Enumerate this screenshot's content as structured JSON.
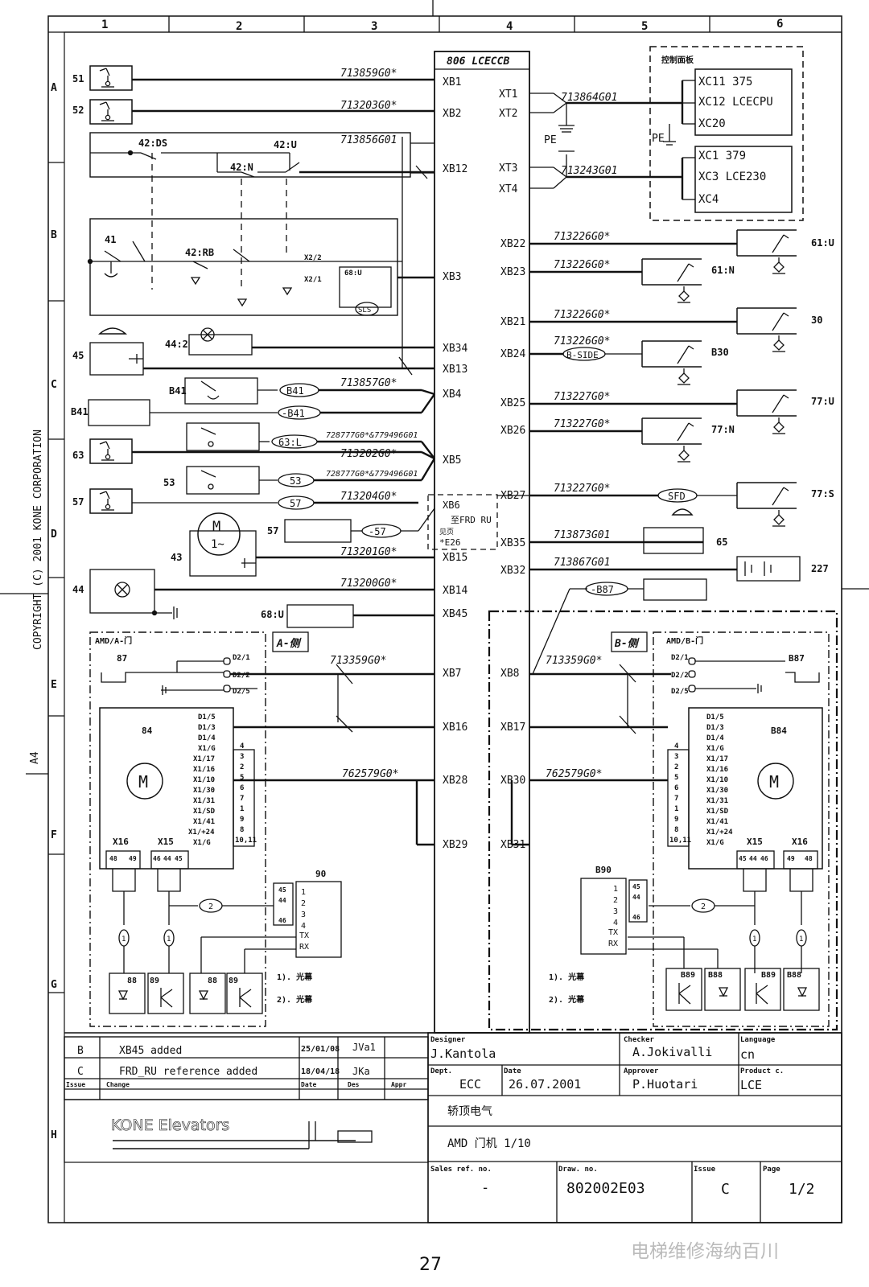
{
  "columns": [
    "1",
    "2",
    "3",
    "4",
    "5",
    "6"
  ],
  "rows": [
    "A",
    "B",
    "C",
    "D",
    "E",
    "F",
    "G",
    "H"
  ],
  "copyright": "COPYRIGHT (C) 2001 KONE CORPORATION",
  "paper_size": "A4",
  "main_board": "806 LCECCB",
  "left_terminals": [
    "XB1",
    "XB2",
    "XB12",
    "XB3",
    "XB34",
    "XB13",
    "XB4",
    "XB5",
    "XB15",
    "XB14",
    "XB45",
    "XB7",
    "XB16",
    "XB28",
    "XB29"
  ],
  "right_terminals": [
    "XT1",
    "XT2",
    "XT3",
    "XT4",
    "XB22",
    "XB23",
    "XB21",
    "XB24",
    "XB25",
    "XB26",
    "XB27",
    "XB35",
    "XB32",
    "XB8",
    "XB17",
    "XB30",
    "XB31"
  ],
  "cable_codes": {
    "c1": "713859G0*",
    "c2": "713203G0*",
    "c3": "713856G01",
    "c4": "713857G0*",
    "c5": "728777G0*&779496G01",
    "c6": "713202G0*",
    "c7": "728777G0*&779496G01",
    "c8": "713204G0*",
    "c9": "713201G0*",
    "c10": "713200G0*",
    "c11": "713359G0*",
    "c12": "762579G0*",
    "r1": "713864G01",
    "r2": "713243G01",
    "r3": "713226G0*",
    "r4": "713226G0*",
    "r5": "713226G0*",
    "r6": "713226G0*",
    "r7": "713227G0*",
    "r8": "713227G0*",
    "r9": "713227G0*",
    "r10": "713873G01",
    "r11": "713867G01",
    "r12": "713359G0*",
    "r13": "762579G0*"
  },
  "control_panel": {
    "title": "控制面板",
    "box1": {
      "l1": "XC11  375",
      "l2": "XC12  LCECPU",
      "l3": "XC20"
    },
    "box2": {
      "l1": "XC1  379",
      "l2": "XC3  LCE230",
      "l3": "XC4"
    },
    "pe1": "PE",
    "pe2": "PE"
  },
  "device_labels": {
    "d51": "51",
    "d52": "52",
    "d42ds": "42:DS",
    "d42u": "42:U",
    "d42n": "42:N",
    "d41": "41",
    "d42rb": "42:RB",
    "x22": "X2/2",
    "x21": "X2/1",
    "d68u": "68:U",
    "sls": "SLS",
    "d45": "45",
    "d442": "44:2",
    "b41": "B41",
    "b41b": "B41",
    "b41w": "B41",
    "mb41": "-B41",
    "d63": "63",
    "d63l": "63:L",
    "d53": "53",
    "d53w": "53",
    "d57": "57",
    "d57w": "57",
    "d57b": "57",
    "m57": "-57",
    "xb6": "XB6",
    "frd": "至FRD RU",
    "see": "见页",
    "e26": "*E26",
    "d43": "43",
    "motor": "M",
    "motor2": "1~",
    "d44": "44",
    "d68u2": "68:U",
    "d61u": "61:U",
    "d61n": "61:N",
    "d30": "30",
    "bside": "B-SIDE",
    "b30": "B30",
    "d77u": "77:U",
    "d77n": "77:N",
    "sfd": "SFD",
    "d77s": "77:S",
    "d65": "65",
    "d227": "227",
    "mb87": "-B87"
  },
  "a_side": {
    "tag": "A-侧",
    "title": "AMD/A-门",
    "b87": "87",
    "d21": "D2/1",
    "d22": "D2/2",
    "d25": "D2/5",
    "b84": "84",
    "pins": [
      "D1/5",
      "D1/3",
      "D1/4",
      "X1/G",
      "X1/17",
      "X1/16",
      "X1/10",
      "X1/30",
      "X1/31",
      "X1/SD",
      "X1/41",
      "X1/+24",
      "X1/G"
    ],
    "nums": [
      "4",
      "3",
      "2",
      "5",
      "6",
      "7",
      "1",
      "9",
      "8",
      "10,11"
    ],
    "x16": "X16",
    "x15": "X15",
    "x16p": [
      "48",
      "49"
    ],
    "x15p": [
      "46",
      "44",
      "45"
    ],
    "b90": "90",
    "b90p": [
      "1",
      "2",
      "3",
      "4",
      "TX",
      "RX"
    ],
    "b90n": [
      "45",
      "44",
      "46"
    ],
    "c2": "2",
    "c1a": "1",
    "c1b": "1",
    "s88": "88",
    "s89": "89",
    "s88b": "88",
    "s89b": "89",
    "note1": "1). 光幕",
    "note2": "2). 光幕"
  },
  "b_side": {
    "tag": "B-侧",
    "title": "AMD/B-门",
    "b87": "B87",
    "d21": "D2/1",
    "d22": "D2/2",
    "d25": "D2/5",
    "b84": "B84",
    "pins": [
      "D1/5",
      "D1/3",
      "D1/4",
      "X1/G",
      "X1/17",
      "X1/16",
      "X1/10",
      "X1/30",
      "X1/31",
      "X1/SD",
      "X1/41",
      "X1/+24",
      "X1/G"
    ],
    "nums": [
      "4",
      "3",
      "2",
      "5",
      "6",
      "7",
      "1",
      "9",
      "8",
      "10,11"
    ],
    "x15": "X15",
    "x16": "X16",
    "x15p": [
      "45",
      "44",
      "46"
    ],
    "x16p": [
      "49",
      "48"
    ],
    "b90": "B90",
    "b90p": [
      "1",
      "2",
      "3",
      "4",
      "TX",
      "RX"
    ],
    "b90n": [
      "45",
      "44",
      "46"
    ],
    "c2": "2",
    "c1a": "1",
    "c1b": "1",
    "s89": "B89",
    "s88": "B88",
    "s89b": "B89",
    "s88b": "B88",
    "note1": "1). 光幕",
    "note2": "2). 光幕"
  },
  "revisions": [
    {
      "issue": "B",
      "change": "XB45 added",
      "date": "25/01/08",
      "des": "JVa1"
    },
    {
      "issue": "C",
      "change": "FRD_RU reference added",
      "date": "18/04/18",
      "des": "JKa"
    }
  ],
  "rev_headers": {
    "issue": "Issue",
    "change": "Change",
    "date": "Date",
    "des": "Des",
    "appr": "Appr"
  },
  "company": "KONE Elevators",
  "title_block": {
    "designer_label": "Designer",
    "designer": "J.Kantola",
    "checker_label": "Checker",
    "checker": "A.Jokivalli",
    "language_label": "Language",
    "language": "cn",
    "dept_label": "Dept.",
    "dept": "ECC",
    "date_label": "Date",
    "date": "26.07.2001",
    "approver_label": "Approver",
    "approver": "P.Huotari",
    "product_label": "Product c.",
    "product": "LCE",
    "title1": "轿顶电气",
    "title2": "AMD  门机 1/10",
    "sales_label": "Sales ref. no.",
    "sales": "-",
    "draw_label": "Draw. no.",
    "draw": "802002E03",
    "issue_label": "Issue",
    "issue": "C",
    "page_label": "Page",
    "page": "1/2"
  },
  "watermark": "电梯维修海纳百川",
  "page_number": "27"
}
